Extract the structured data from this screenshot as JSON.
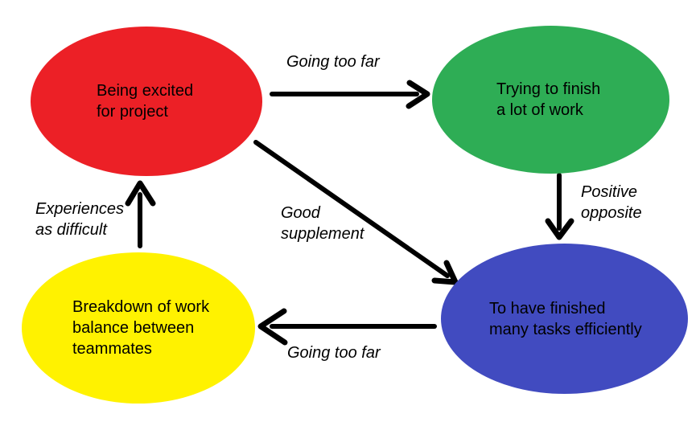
{
  "diagram": {
    "background_color": "#ffffff",
    "arrow_color": "#000000",
    "text_color": "#000000",
    "nodes": [
      {
        "id": "being-excited",
        "shape": "ellipse",
        "fill": "#ec2026",
        "lines": [
          "Being excited",
          "for project"
        ]
      },
      {
        "id": "trying-to-finish",
        "shape": "ellipse",
        "fill": "#2ead55",
        "lines": [
          "Trying to finish",
          "a lot of work"
        ]
      },
      {
        "id": "finished-tasks",
        "shape": "ellipse",
        "fill": "#414bc0",
        "lines": [
          "To have finished",
          "many tasks efficiently"
        ]
      },
      {
        "id": "breakdown",
        "shape": "ellipse",
        "fill": "#fff200",
        "lines": [
          "Breakdown of work",
          "balance between",
          "teammates"
        ]
      }
    ],
    "edges": [
      {
        "from": "being-excited",
        "to": "trying-to-finish",
        "label": "Going too far",
        "lines": [
          "Going too far"
        ]
      },
      {
        "from": "trying-to-finish",
        "to": "finished-tasks",
        "label": "Positive opposite",
        "lines": [
          "Positive",
          "opposite"
        ]
      },
      {
        "from": "being-excited",
        "to": "finished-tasks",
        "label": "Good supplement",
        "lines": [
          "Good",
          "supplement"
        ]
      },
      {
        "from": "finished-tasks",
        "to": "breakdown",
        "label": "Going too far",
        "lines": [
          "Going too far"
        ]
      },
      {
        "from": "breakdown",
        "to": "being-excited",
        "label": "Experiences as difficult",
        "lines": [
          "Experiences",
          "as difficult"
        ]
      }
    ]
  }
}
